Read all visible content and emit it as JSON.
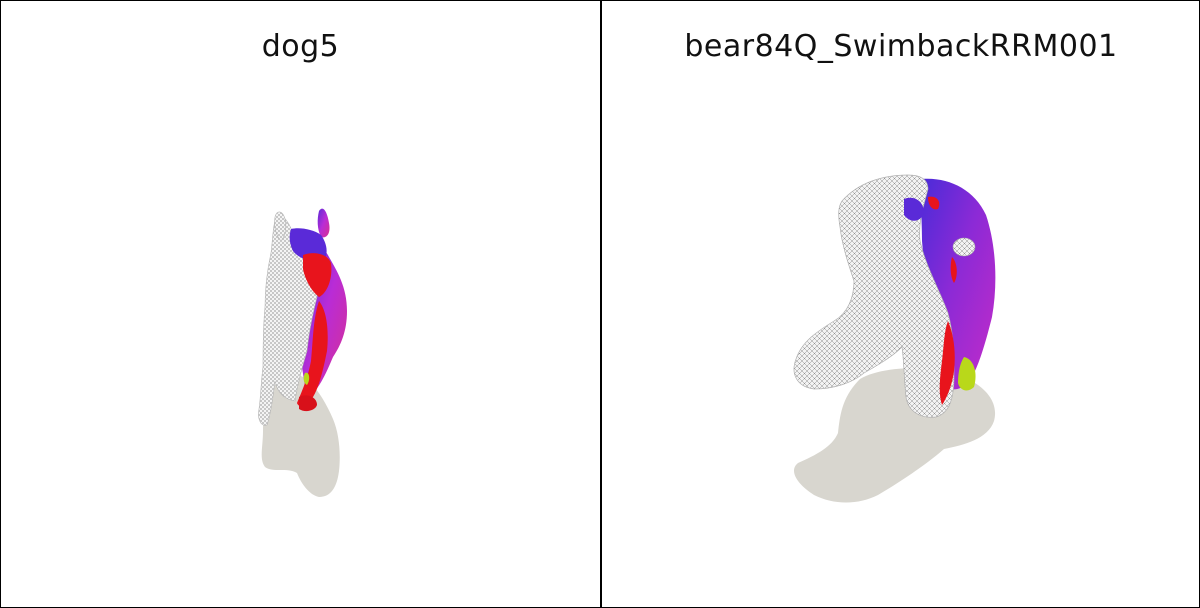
{
  "panels": [
    {
      "title": "dog5",
      "model": "dog"
    },
    {
      "title": "bear84Q_SwimbackRRM001",
      "model": "bear"
    }
  ],
  "colors": {
    "shadow": "#d8d6cf",
    "mesh_white": "#f2f2f2",
    "mesh_line": "#9a9a9a",
    "purple": "#6a2fd0",
    "magenta": "#c02bd8",
    "red": "#e8141c",
    "yellow_green": "#b9d81a",
    "border": "#000000"
  }
}
